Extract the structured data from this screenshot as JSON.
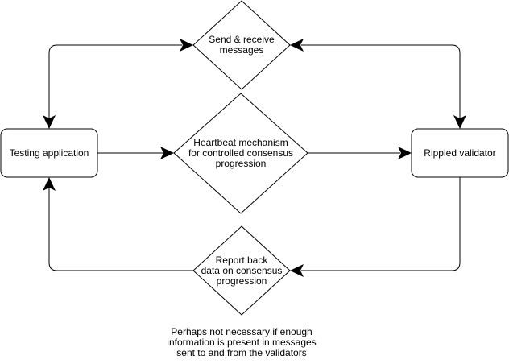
{
  "nodes": {
    "testing_app": "Testing application",
    "rippled": "Rippled validator",
    "send_receive": "Send & receive\nmessages",
    "heartbeat": "Heartbeat mechanism\nfor controlled consensus\nprogression",
    "report_back": "Report back\ndata on consensus\nprogression"
  },
  "note": "Perhaps not necessary if enough\ninformation is present in messages\nsent to and from the validators",
  "colors": {
    "stroke": "#000000",
    "fill": "#ffffff"
  }
}
